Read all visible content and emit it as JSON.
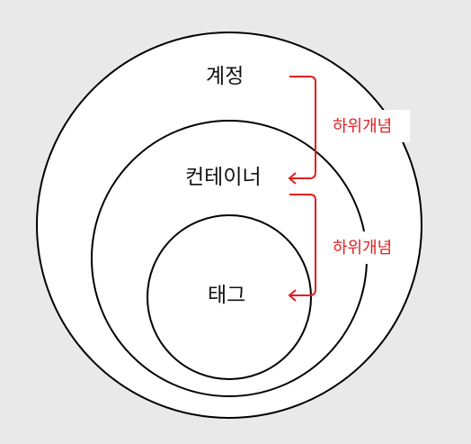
{
  "diagram": {
    "levels": {
      "outer": "계정",
      "middle": "컨테이너",
      "inner": "태그"
    },
    "relation_label": "하위개념",
    "relation_color": "#e02020",
    "relation_bg": "#ffffff",
    "background_color": "#e9e9e9"
  }
}
